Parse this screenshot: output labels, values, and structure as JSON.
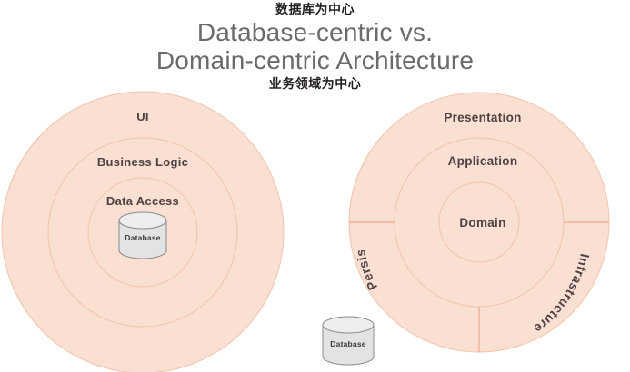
{
  "title": {
    "annotation_top": "数据库为中心",
    "line1": "Database-centric vs.",
    "line2": "Domain-centric Architecture",
    "annotation_bottom": "业务领域为中心"
  },
  "colors": {
    "ring_fill": "#fadfd3",
    "ring_stroke": "#f3c3ab",
    "divider": "#eeb394",
    "label_text": "#4f4242",
    "title_text": "#6b6b6b",
    "annotation_text": "#231f20",
    "cylinder_fill": "#e3e3e3",
    "cylinder_stroke": "#8c8c8c",
    "background": "#ffffff"
  },
  "left_diagram": {
    "name": "database-centric",
    "rings": [
      {
        "label": "UI",
        "radius": 155
      },
      {
        "label": "Business Logic",
        "radius": 104
      },
      {
        "label": "Data Access",
        "radius": 60
      }
    ],
    "center_node": {
      "label": "Database",
      "shape": "cylinder"
    }
  },
  "right_diagram": {
    "name": "domain-centric",
    "rings": [
      {
        "label": "Presentation",
        "radius": 143
      },
      {
        "label": "Application",
        "radius": 93
      },
      {
        "label": "Domain",
        "radius": 44
      }
    ],
    "outer_segments": [
      {
        "label": "Persistence"
      },
      {
        "label": "Infrastructure"
      }
    ]
  },
  "external_node": {
    "label": "Database",
    "shape": "cylinder"
  }
}
